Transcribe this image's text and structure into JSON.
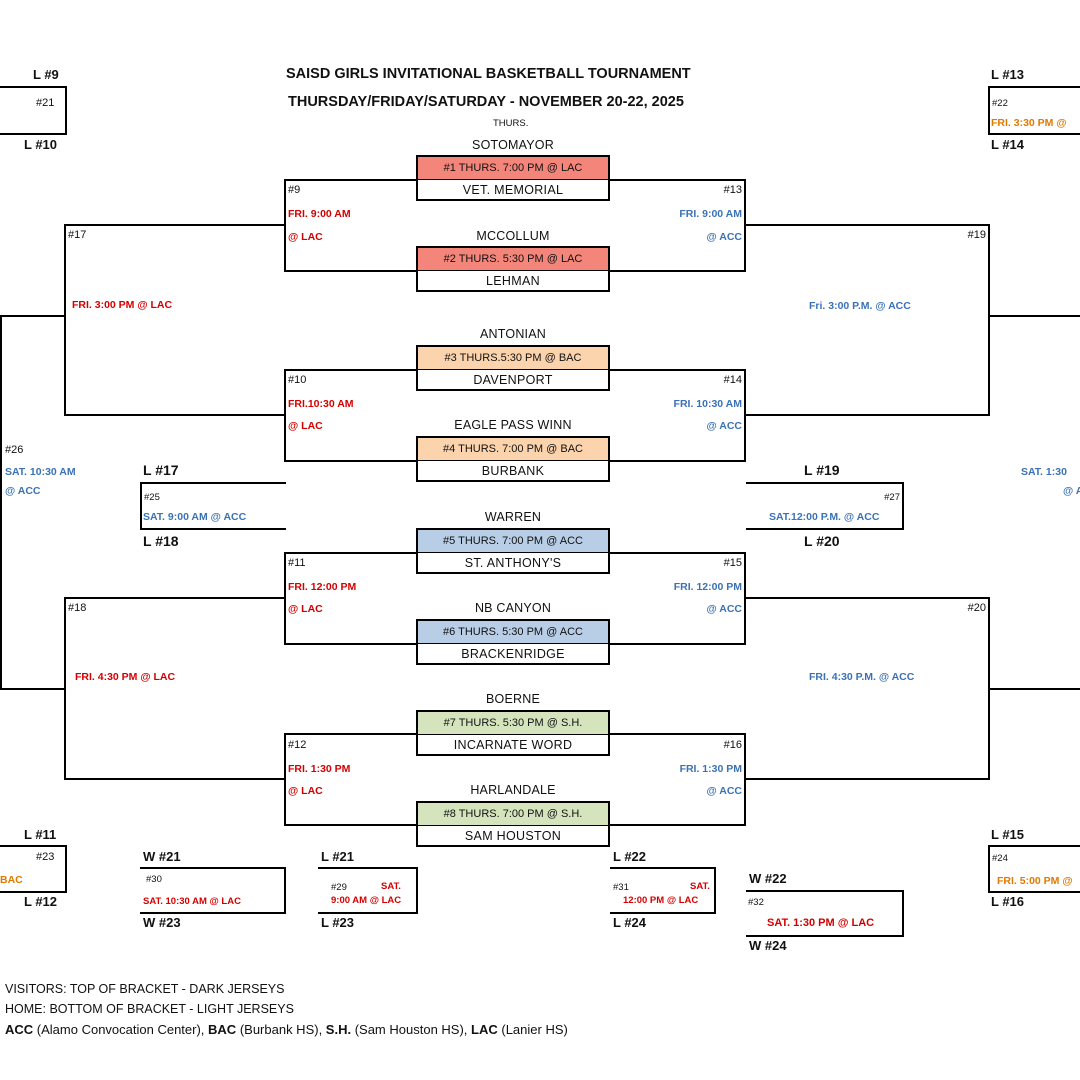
{
  "header": {
    "title": "SAISD GIRLS INVITATIONAL BASKETBALL TOURNAMENT",
    "subtitle": "THURSDAY/FRIDAY/SATURDAY - NOVEMBER 20-22, 2025",
    "day": "THURS."
  },
  "games": [
    {
      "top_team": "SOTOMAYOR",
      "label": "#1 THURS. 7:00 PM @ LAC",
      "bottom_team": "VET. MEMORIAL",
      "color": "#f4857a"
    },
    {
      "top_team": "MCCOLLUM",
      "label": "#2 THURS. 5:30 PM @ LAC",
      "bottom_team": "LEHMAN",
      "color": "#f4857a"
    },
    {
      "top_team": "ANTONIAN",
      "label": "#3  THURS.5:30 PM @ BAC",
      "bottom_team": "DAVENPORT",
      "color": "#fbd3ac"
    },
    {
      "top_team": "EAGLE PASS WINN",
      "label": "#4 THURS. 7:00 PM @ BAC",
      "bottom_team": "BURBANK",
      "color": "#fbd3ac"
    },
    {
      "top_team": "WARREN",
      "label": "#5 THURS. 7:00 PM @ ACC",
      "bottom_team": "ST. ANTHONY'S",
      "color": "#b8cde6"
    },
    {
      "top_team": "NB CANYON",
      "label": "#6 THURS. 5:30 PM @ ACC",
      "bottom_team": "BRACKENRIDGE",
      "color": "#b8cde6"
    },
    {
      "top_team": "BOERNE",
      "label": "#7 THURS. 5:30 PM  @ S.H.",
      "bottom_team": "INCARNATE WORD",
      "color": "#d6e4be"
    },
    {
      "top_team": "HARLANDALE",
      "label": "#8 THURS. 7:00 PM @ S.H.",
      "bottom_team": "SAM HOUSTON",
      "color": "#d6e4be"
    }
  ],
  "round2_left": [
    {
      "num": "#9",
      "time": "FRI. 9:00 AM",
      "venue": "@ LAC"
    },
    {
      "num": "#10",
      "time": "FRI.10:30 AM",
      "venue": "@ LAC"
    },
    {
      "num": "#11",
      "time": "FRI. 12:00 PM",
      "venue": "@ LAC"
    },
    {
      "num": "#12",
      "time": "FRI. 1:30 PM",
      "venue": "@ LAC"
    }
  ],
  "round2_right": [
    {
      "num": "#13",
      "time": "FRI. 9:00 AM",
      "venue": "@ ACC"
    },
    {
      "num": "#14",
      "time": "FRI. 10:30 AM",
      "venue": "@ ACC"
    },
    {
      "num": "#15",
      "time": "FRI. 12:00 PM",
      "venue": "@ ACC"
    },
    {
      "num": "#16",
      "time": "FRI. 1:30 PM",
      "venue": "@ ACC"
    }
  ],
  "round3": {
    "g17": {
      "num": "#17",
      "time": "FRI. 3:00 PM @ LAC"
    },
    "g18": {
      "num": "#18",
      "time": "FRI. 4:30 PM @ LAC"
    },
    "g19": {
      "num": "#19",
      "time": "Fri. 3:00 P.M.  @ ACC"
    },
    "g20": {
      "num": "#20",
      "time": "FRI. 4:30 P.M. @ ACC"
    }
  },
  "semis": {
    "g26": {
      "num": "#26",
      "time": "SAT. 10:30 AM",
      "venue": "@ ACC"
    },
    "right": {
      "time": "SAT. 1:30",
      "venue": "@ A"
    }
  },
  "consolation": {
    "g21": {
      "top": "L #9",
      "num": "#21",
      "bottom": "L #10"
    },
    "g22": {
      "top": "L #13",
      "num": "#22",
      "time": "FRI. 3:30 PM @",
      "bottom": "L #14"
    },
    "g23": {
      "top": "L #11",
      "num": "#23",
      "time": "BAC",
      "bottom": "L #12"
    },
    "g24": {
      "top": "L #15",
      "num": "#24",
      "time": "FRI. 5:00 PM @",
      "bottom": "L #16"
    },
    "g25": {
      "top": "L #17",
      "num": "#25",
      "time": "SAT. 9:00  AM @ ACC",
      "bottom": "L #18"
    },
    "g27": {
      "top": "L #19",
      "num": "#27",
      "time": "SAT.12:00  P.M. @ ACC",
      "bottom": "L #20"
    },
    "g29": {
      "top": "L #21",
      "num": "#29",
      "sat": "SAT.",
      "time": "9:00 AM @ LAC",
      "bottom": "L #23"
    },
    "g30": {
      "top": "W #21",
      "num": "#30",
      "time": "SAT. 10:30 AM @ LAC",
      "bottom": "W #23"
    },
    "g31": {
      "top": "L #22",
      "num": "#31",
      "sat": "SAT.",
      "time": "12:00 PM @ LAC",
      "bottom": "L #24"
    },
    "g32": {
      "top": "W #22",
      "num": "#32",
      "time": "SAT. 1:30 PM @ LAC",
      "bottom": "W #24"
    }
  },
  "legend": {
    "line1": "VISITORS: TOP OF BRACKET - DARK JERSEYS",
    "line2": "HOME: BOTTOM OF BRACKET - LIGHT JERSEYS",
    "acc": "ACC",
    "acc_desc": " (Alamo Convocation Center), ",
    "bac": "BAC",
    "bac_desc": " (Burbank HS), ",
    "sh": "S.H.",
    "sh_desc": " (Sam Houston HS), ",
    "lac": "LAC",
    "lac_desc": " (Lanier HS)"
  }
}
